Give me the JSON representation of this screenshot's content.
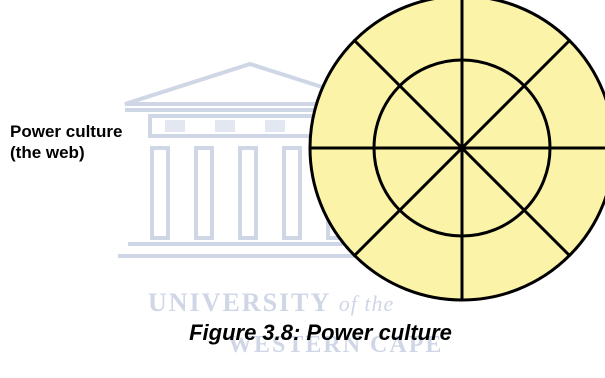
{
  "label": {
    "line1": "Power culture",
    "line2": "(the web)"
  },
  "caption": "Figure 3.8:  Power culture",
  "watermark": {
    "line1_main": "UNIVERSITY",
    "line1_italic": "of the",
    "line2": "WESTERN CAPE"
  },
  "colors": {
    "web_fill": "#fbf3a8",
    "stroke": "#000000",
    "watermark": "#cfd6e6"
  }
}
